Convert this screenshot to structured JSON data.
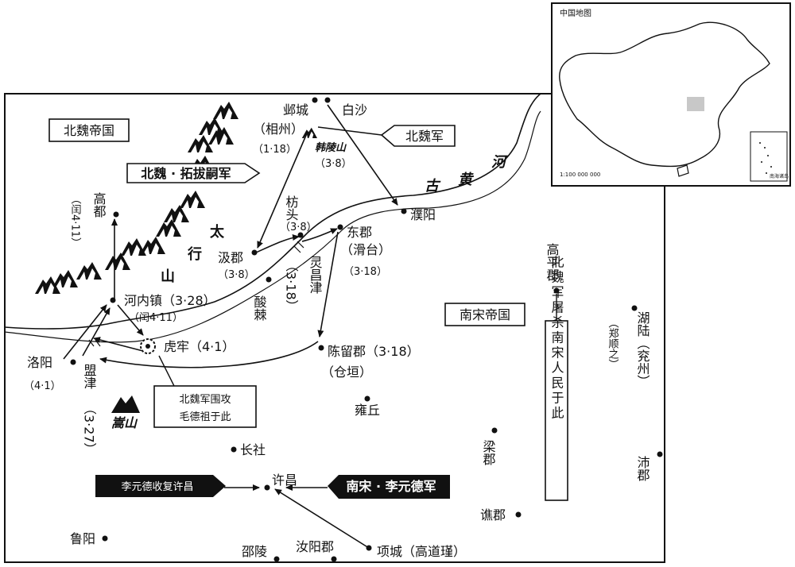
{
  "inset": {
    "title": "中国地图",
    "scale": "1:100 000 000",
    "nanhai": "南海诸岛"
  },
  "regions": {
    "north_wei": "北魏帝国",
    "south_song": "南宋帝国"
  },
  "boxes": {
    "tuoba_army": "北魏 · 拓拔嗣军",
    "north_wei_army": "北魏军",
    "siege_note_1": "北魏军围攻",
    "siege_note_2": "毛德祖于此",
    "li_recapture": "李元德收复许昌",
    "south_song_army": "南宋 · 李元德军",
    "massacre_note": "北魏军屠杀南宋人民于此"
  },
  "places": {
    "yecheng": "邺城",
    "yecheng_alt": "（相州）",
    "yecheng_date": "（1·18）",
    "baisha": "白沙",
    "hanling": "韩陵山",
    "hanling_date": "（3·8）",
    "fangtou": "枋头",
    "fangtou_date": "（3·8）",
    "jijun": "汲郡",
    "jijun_date": "（3·8）",
    "suanzao": "酸棘",
    "lingchangjin": "灵昌津",
    "lingchang_date": "（3·18）",
    "dongjun": "东郡",
    "dongjun_alt": "（滑台）",
    "dongjun_date": "（3·18）",
    "puyang": "濮阳",
    "gaodu": "高都",
    "gaodu_date": "（闰4·11）",
    "henei": "河内镇（3·28）",
    "henei_date": "（闰4·11）",
    "hulao": "虎牢（4·1）",
    "luoyang": "洛阳",
    "luoyang_date": "（4·1）",
    "mengjin": "盟津",
    "mengjin_date": "（3·27）",
    "songshan": "嵩山",
    "chenliu": "陈留郡（3·18）",
    "chenliu_alt": "（仓垣）",
    "yongqiu": "雍丘",
    "changshe": "长社",
    "xuchang": "许昌",
    "liangjun": "梁郡",
    "qiaojun": "谯郡",
    "gaoping": "高平郡",
    "huling": "湖陆（兖州）",
    "zhengshun": "（郑顺之）",
    "peijun": "沛郡",
    "luyang": "鲁阳",
    "shaoling": "邵陵",
    "ruyang": "汝阳郡",
    "xiangcheng": "项城（高道瑾）"
  },
  "features": {
    "taihang_1": "太",
    "taihang_2": "行",
    "taihang_3": "山",
    "river_1": "古",
    "river_2": "黄",
    "river_3": "河"
  }
}
